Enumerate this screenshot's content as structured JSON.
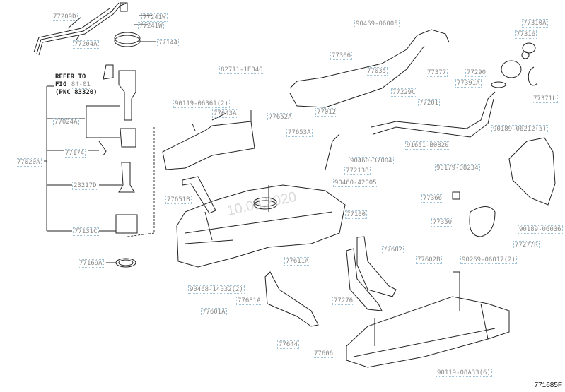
{
  "diagram": {
    "figure_code": "771685F",
    "watermark": "10.08.2020",
    "note": {
      "line1": "REFER TO",
      "fig_prefix": "FIG",
      "fig_ref": "84-01",
      "line3": "(PNC 83320)"
    },
    "labels": [
      "77209D",
      "77204A",
      "77241W",
      "77241W",
      "77144",
      "77024A",
      "77174",
      "77020A",
      "23217D",
      "77131C",
      "77169A",
      "82711-1E340",
      "90119-06361(2)",
      "77643A",
      "77652A",
      "77653A",
      "77012",
      "77651B",
      "77100",
      "90469-06005",
      "77306",
      "77035",
      "77377",
      "77310A",
      "77316",
      "77290",
      "77391A",
      "77371L",
      "77229C",
      "77201",
      "90189-06212(5)",
      "91651-B0820",
      "90460-37004",
      "77213B",
      "90179-08234",
      "90460-42005",
      "77366",
      "77350",
      "90189-06036",
      "77277R",
      "77682",
      "77602B",
      "90269-06017(2)",
      "77611A",
      "90468-14032(2)",
      "77681A",
      "77601A",
      "77276",
      "77644",
      "77606",
      "90119-08A33(6)"
    ],
    "colors": {
      "label_text": "#8a8a8a",
      "hotspot_border": "#9fc3d8",
      "line": "#222222"
    }
  }
}
